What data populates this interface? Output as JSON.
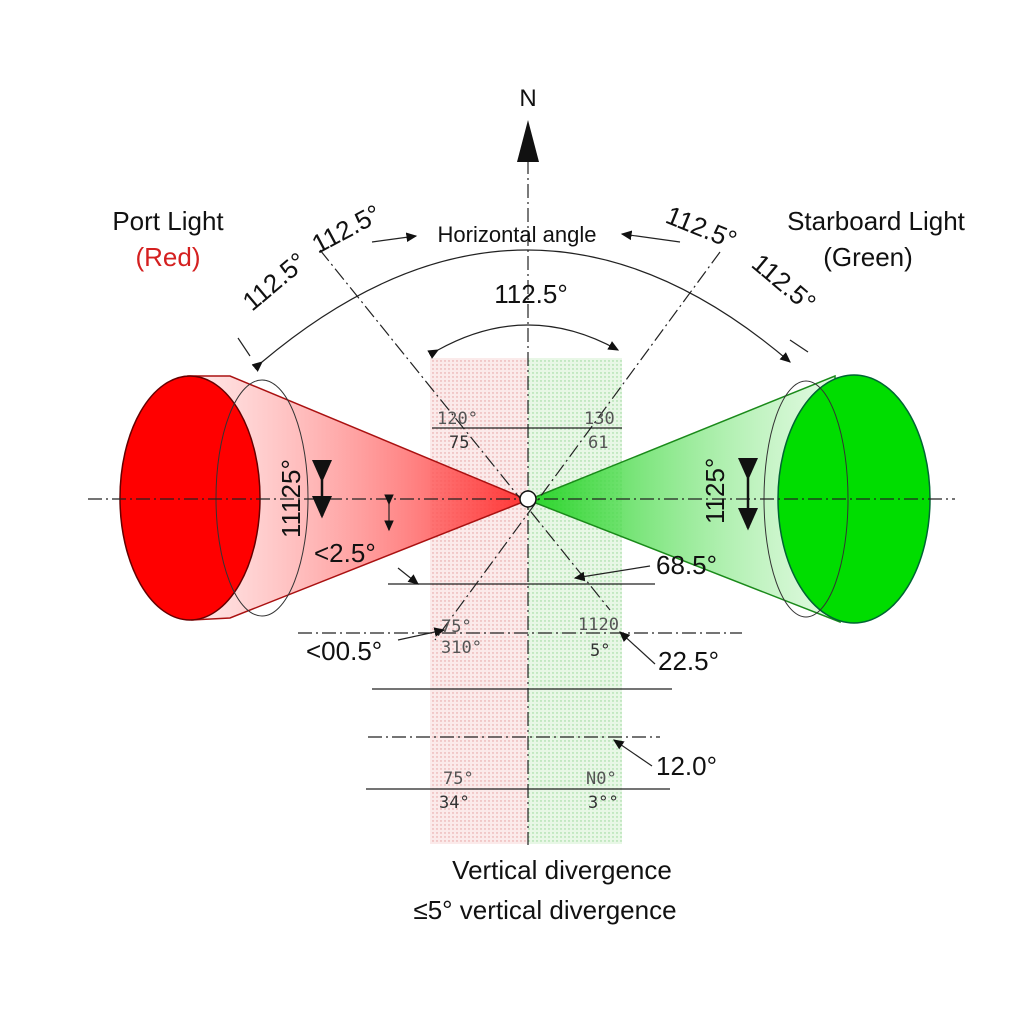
{
  "north": "N",
  "port": {
    "title": "Port Light",
    "subtitle": "(Red)",
    "color": "#ff0000"
  },
  "starboard": {
    "title": "Starboard Light",
    "subtitle": "(Green)",
    "color": "#00dd00"
  },
  "horizontal_angle_label": "Horizontal angle",
  "arc_labels": {
    "left_outer": "112.5°",
    "left_inner": "112.5°",
    "right_inner": "112.5°",
    "right_outer": "112.5°",
    "center": "112.5°"
  },
  "cone_labels": {
    "port_vertical": "11125°",
    "starboard_vertical": "1125°"
  },
  "side_labels": {
    "lt_2_5": "<2.5°",
    "lt_00_5": "<00.5°",
    "a68_5": "68.5°",
    "a22_5": "22.5°",
    "a12_0": "12.0°"
  },
  "small_labels": {
    "r1a": "120°",
    "r1b": "75",
    "g1a": "130",
    "g1b": "61",
    "r2a": "75°",
    "r2b": "310°",
    "g2a": "1120",
    "g2b": "5°",
    "r3a": "75°",
    "r3b": "34°",
    "g3a": "N0°",
    "g3b": "3°°"
  },
  "bottom": {
    "line1": "Vertical divergence",
    "line2": "≤5° vertical divergence"
  }
}
